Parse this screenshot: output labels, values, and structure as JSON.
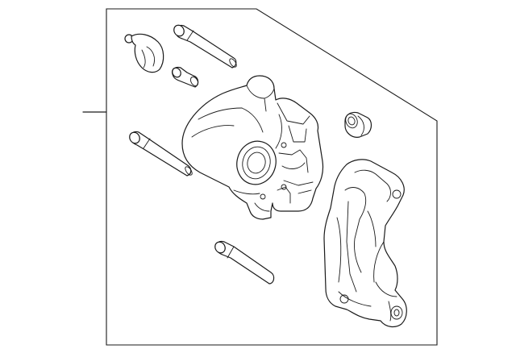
{
  "diagram": {
    "type": "exploded-parts-view",
    "stroke_color": "#1a1a1a",
    "background_color": "#ffffff",
    "parts": [
      "caliper-housing",
      "caliper-bracket",
      "guide-pin-upper-long",
      "guide-pin-left",
      "guide-pin-lower",
      "boot-cap",
      "bleeder-screw",
      "pin-boot"
    ]
  }
}
